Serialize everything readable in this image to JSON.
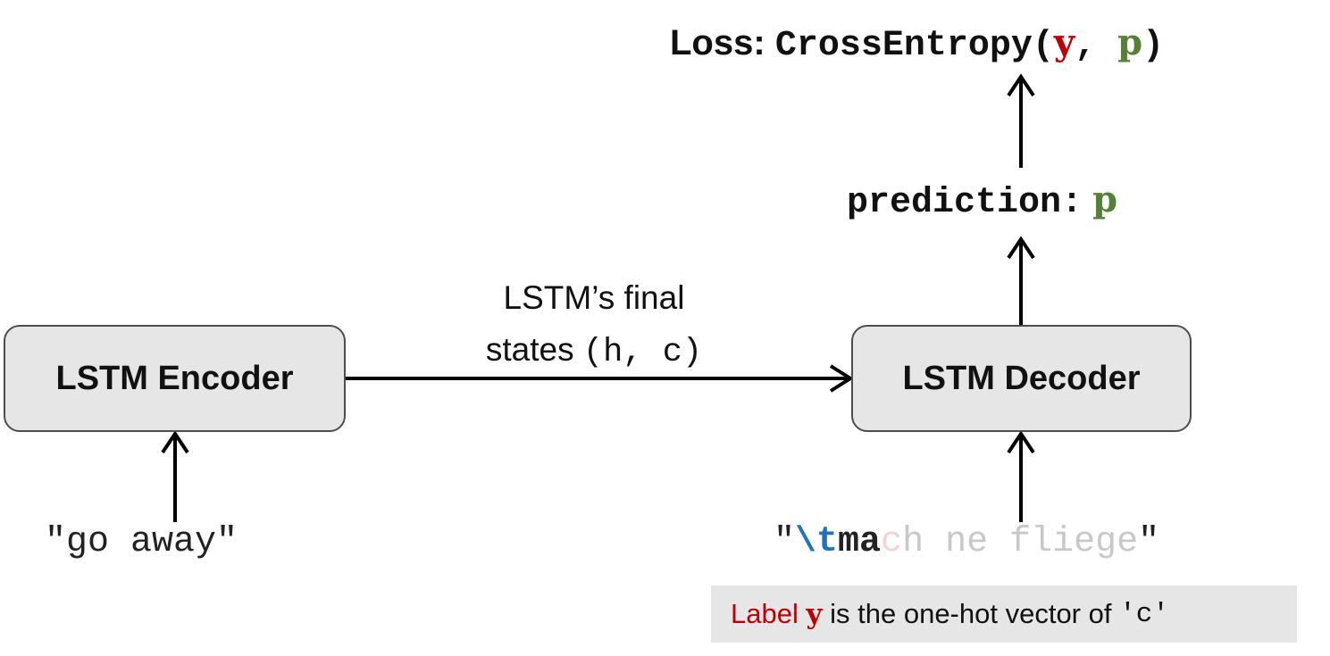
{
  "colors": {
    "label_red": "#c00000",
    "pred_green": "#548235",
    "backslash_blue": "#1f72c0",
    "faded_pink": "#f2d2d2",
    "faded_gray": "#c8c8c8",
    "box_fill": "#e6e6e6"
  },
  "loss": {
    "label": "Loss:",
    "fn_open": "CrossEntropy(",
    "arg_y": "y",
    "sep": ", ",
    "arg_p": "p",
    "fn_close": ")"
  },
  "prediction": {
    "label": "prediction:",
    "var": "p"
  },
  "encoder": {
    "label": "LSTM Encoder"
  },
  "decoder": {
    "label": "LSTM Decoder"
  },
  "edge": {
    "line1": "LSTM’s final",
    "line2_prefix": "states",
    "line2_code": "(h, c)"
  },
  "source_text": "\"go away\"",
  "target": {
    "quote_open": "\"",
    "backslash": "\\",
    "t": "t",
    "bold_part": "ma",
    "next_char": "c",
    "rest": "h ne fliege",
    "quote_close": "\""
  },
  "note": {
    "label": "Label",
    "var": "y",
    "text": "is the one-hot vector of",
    "code": "'c'"
  }
}
